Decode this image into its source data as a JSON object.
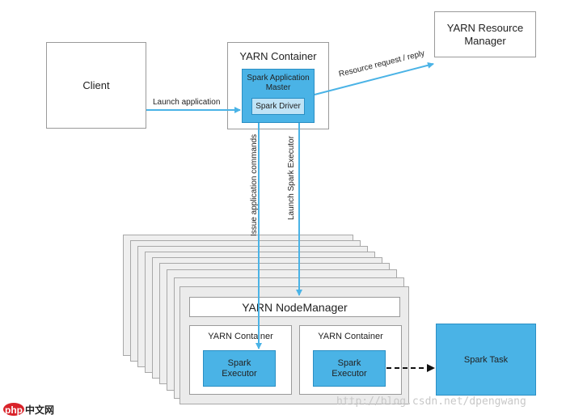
{
  "nodes": {
    "client": "Client",
    "yarn_container_top": "YARN Container",
    "spark_application_master": "Spark Application\nMaster",
    "spark_driver": "Spark Driver",
    "yarn_resource_manager": "YARN Resource\nManager",
    "yarn_nodemanager": "YARN NodeManager",
    "yarn_container_left": "YARN Container",
    "yarn_container_right": "YARN Container",
    "spark_executor_left": "Spark\nExecutor",
    "spark_executor_right": "Spark\nExecutor",
    "spark_task": "Spark Task"
  },
  "edges": {
    "launch_application": "Launch application",
    "resource_request_reply": "Resource request / reply",
    "issue_application_commands": "Issue application commands",
    "launch_spark_executor": "Launch Spark Executor"
  },
  "watermark": {
    "url": "http://blog.csdn.net/dpengwang",
    "site_logo_text": "php中文网"
  },
  "colors": {
    "accent_blue": "#4ab3e6",
    "arrow_blue": "#4ab3e6",
    "box_border": "#9a9a9a",
    "stack_fill": "#efefef",
    "logo_red": "#d9232a"
  }
}
